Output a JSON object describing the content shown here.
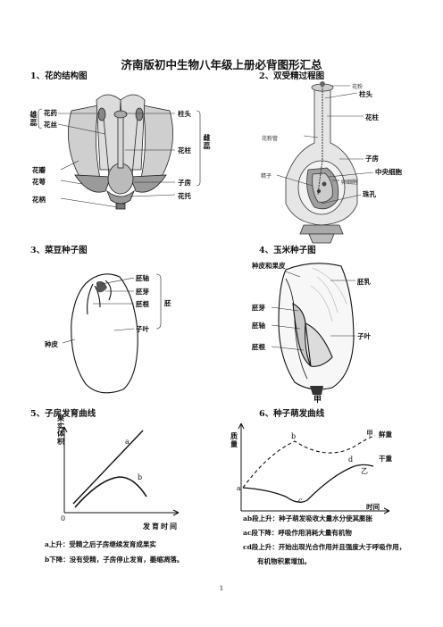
{
  "title": "济南版初中生物八年级上册必背图形汇总",
  "sections": {
    "s1": "1、花的结构图",
    "s2": "2、双受精过程图",
    "s3": "3、菜豆种子图",
    "s4": "4、玉米种子图",
    "s5": "5、子房发育曲线",
    "s6": "6、种子萌发曲线"
  },
  "flower": {
    "stamen": "雄蕊",
    "anther": "花药",
    "filament": "花丝",
    "petal": "花瓣",
    "sepal": "花萼",
    "pedicel": "花柄",
    "stigma": "柱头",
    "pistil": "雌蕊",
    "style": "花柱",
    "ovary": "子房",
    "receptacle": "花托"
  },
  "fertilization": {
    "stigma": "柱头",
    "style": "花柱",
    "ovary": "子房",
    "central_cell": "中央细胞",
    "micropyle": "珠孔",
    "pollen_small": "花粉",
    "pollen_tube_small": "花粉管",
    "sperm_small": "精子",
    "egg_small": "卵细胞"
  },
  "bean": {
    "hypocotyl": "胚轴",
    "plumule": "胚芽",
    "radicle": "胚根",
    "embryo": "胚",
    "cotyledon": "子叶",
    "seed_coat": "种皮"
  },
  "corn": {
    "pericarp": "种皮和果皮",
    "endosperm": "胚乳",
    "plumule": "胚芽",
    "hypocotyl": "胚轴",
    "radicle": "胚根",
    "cotyledon": "子叶",
    "jia": "甲"
  },
  "ovary_curve": {
    "y_label": "果实体积",
    "x_label": "发育时间",
    "origin": "0",
    "a": "a",
    "b": "b",
    "note_a": "a上升：受精之后子房继续发育成果实",
    "note_b": "b下降：没有受精，子房停止发育，萎缩凋落。"
  },
  "germination_curve": {
    "y_label": "质量",
    "x_label": "时间",
    "a": "a",
    "b": "b",
    "c": "c",
    "d": "d",
    "jia": "甲",
    "yi": "乙",
    "fresh": "鲜重",
    "dry": "干重",
    "note1": "ab段上升：种子萌发吸收大量水分使其膨胀",
    "note2": "ac段下降：呼吸作用消耗大量有机物",
    "note3": "cd段上升：开始出现光合作用并且强度大于呼吸作用，",
    "note4": "有机物积累增加。"
  },
  "page_number": "1"
}
